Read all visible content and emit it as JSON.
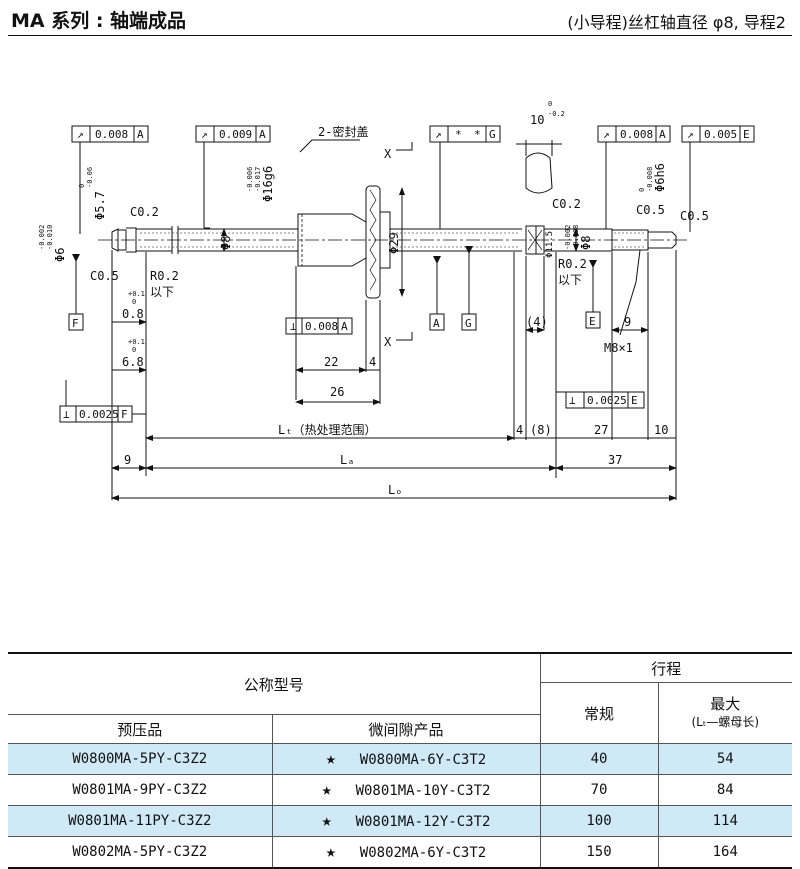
{
  "header": {
    "title": "MA 系列 :  轴端成品",
    "subtitle": "(小导程)丝杠轴直径 φ8, 导程2"
  },
  "drawing": {
    "gtol": {
      "g1": {
        "sym": "↗",
        "val": "0.008",
        "ref": "A"
      },
      "g2": {
        "sym": "↗",
        "val": "0.009",
        "ref": "A"
      },
      "g3": {
        "sym": "↗",
        "val": "*",
        "val2": "*",
        "ref": "G"
      },
      "g4": {
        "sym": "↗",
        "val": "0.008",
        "ref": "A"
      },
      "g5": {
        "sym": "↗",
        "val": "0.005",
        "ref": "E"
      },
      "g6": {
        "sym": "⊥",
        "val": "0.008",
        "ref": "A"
      },
      "g7": {
        "sym": "⊥",
        "val": "0.0025",
        "ref": "F"
      },
      "g8": {
        "sym": "⊥",
        "val": "0.0025",
        "ref": "E"
      }
    },
    "datums": {
      "f": "F",
      "a": "A",
      "g": "G",
      "e": "E"
    },
    "labels": {
      "seal": "2-密封盖",
      "section_x": "X",
      "c02_left": "C0.2",
      "c05_left": "C0.5",
      "r02_left": "R0.2",
      "below_left": "以下",
      "c02_right": "C0.2",
      "r02_right": "R0.2",
      "below_right": "以下",
      "c05_right1": "C0.5",
      "c05_right2": "C0.5",
      "thread": "M8×1"
    },
    "dims": {
      "phi6": "Φ6",
      "phi6_tol_up": "-0.002",
      "phi6_tol_lo": "-0.010",
      "phi57": "Φ5.7",
      "phi57_tol_up": "0",
      "phi57_tol_lo": "-0.06",
      "phi16": "Φ16g6",
      "phi16_tol_up": "-0.006",
      "phi16_tol_lo": "-0.017",
      "phi8_left": "Φ8",
      "phi29": "Φ29",
      "phi115": "Φ11.5",
      "phi8_right": "Φ8",
      "phi8_right_tol_up": "-0.002",
      "phi8_right_tol_lo": "-0.008",
      "phi6h6": "Φ6h6",
      "phi6h6_tol_up": "0",
      "phi6h6_tol_lo": "-0.008",
      "d10": "10",
      "d10_tol_up": "0",
      "d10_tol_lo": "-0.2",
      "d08": "0.8",
      "d08_tol_up": "+0.1",
      "d08_tol_lo": "0",
      "d68": "6.8",
      "d68_tol_up": "+0.1",
      "d68_tol_lo": "0",
      "d22": "22",
      "d4a": "4",
      "d26": "26",
      "d4paren": "(4)",
      "d9right": "9",
      "lt": "Lₜ（热处理范围）",
      "d4b": "4",
      "d8paren": "(8)",
      "d27": "27",
      "d10b": "10",
      "d9": "9",
      "la": "Lₐ",
      "d37": "37",
      "lo": "Lₒ"
    }
  },
  "table": {
    "header": {
      "model": "公称型号",
      "stroke": "行程",
      "preload": "预压品",
      "micro": "微间隙产品",
      "regular": "常规",
      "max": "最大",
      "max_note": "(Lₜ—螺母长)"
    },
    "star": "★",
    "rows": [
      {
        "preload": "W0800MA-5PY-C3Z2",
        "micro": "W0800MA-6Y-C3T2",
        "regular": "40",
        "max": "54"
      },
      {
        "preload": "W0801MA-9PY-C3Z2",
        "micro": "W0801MA-10Y-C3T2",
        "regular": "70",
        "max": "84"
      },
      {
        "preload": "W0801MA-11PY-C3Z2",
        "micro": "W0801MA-12Y-C3T2",
        "regular": "100",
        "max": "114"
      },
      {
        "preload": "W0802MA-5PY-C3Z2",
        "micro": "W0802MA-6Y-C3T2",
        "regular": "150",
        "max": "164"
      }
    ],
    "colors": {
      "shade": "#cfe9f7",
      "rule": "#111111"
    }
  }
}
